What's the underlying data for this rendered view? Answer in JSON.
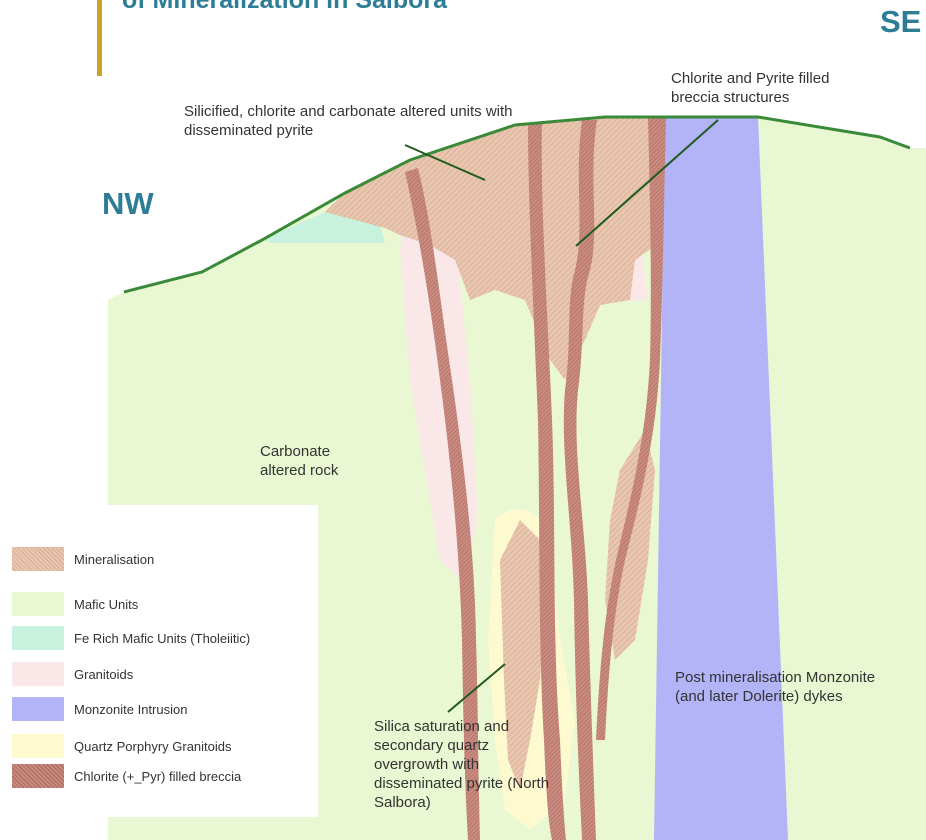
{
  "title": "of Mineralization in Salbora",
  "directions": {
    "nw": "NW",
    "se": "SE"
  },
  "annotations": {
    "alteration": "Silicified, chlorite and carbonate altered units with disseminated pyrite",
    "breccia": "Chlorite and Pyrite filled breccia structures",
    "carbonate": "Carbonate altered rock",
    "silica": "Silica saturation and secondary quartz overgrowth with disseminated pyrite (North Salbora)",
    "monzonite": "Post mineralisation Monzonite (and later Dolerite) dykes"
  },
  "colors": {
    "accent": "#c9a227",
    "heading": "#2e7d96",
    "mafic": "#e9f7d2",
    "fe_mafic": "#c8f2de",
    "granitoid": "#fae8e8",
    "monzonite": "#b3b3f7",
    "quartz_porphyry": "#fdfad0",
    "mineralisation": "#e8c6b0",
    "breccia": "#c98a80",
    "surface": "#3a8a3a"
  },
  "legend": [
    {
      "label": "Mineralisation",
      "color": "#e8c6b0",
      "icon": "hatched-swatch"
    },
    {
      "label": "Mafic Units",
      "color": "#e9f7d2",
      "icon": "solid-swatch"
    },
    {
      "label": "Fe Rich Mafic Units (Tholeiitic)",
      "color": "#c8f2de",
      "icon": "solid-swatch"
    },
    {
      "label": "Granitoids",
      "color": "#fae8e8",
      "icon": "solid-swatch"
    },
    {
      "label": "Monzonite Intrusion",
      "color": "#b3b3f7",
      "icon": "solid-swatch"
    },
    {
      "label": "Quartz Porphyry Granitoids",
      "color": "#fdfad0",
      "icon": "solid-swatch"
    },
    {
      "label": "Chlorite (+_Pyr) filled breccia",
      "color": "#c98a80",
      "icon": "hatched-swatch"
    }
  ]
}
